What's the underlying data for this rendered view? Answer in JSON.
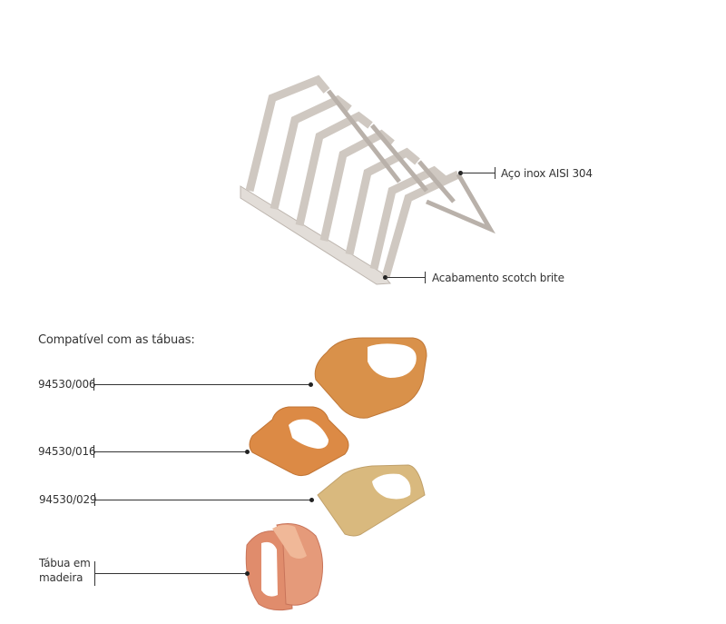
{
  "rack": {
    "callouts": [
      {
        "label": "Aço inox AISI 304"
      },
      {
        "label": "Acabamento scotch brite"
      }
    ]
  },
  "compat": {
    "heading": "Compatível com as tábuas:",
    "boards": [
      {
        "code": "94530/006",
        "color": "#d9914a"
      },
      {
        "code": "94530/016",
        "color": "#dc8a45"
      },
      {
        "code": "94530/029",
        "color": "#d9b97e"
      },
      {
        "code_line1": "Tábua em",
        "code_line2": "madeira",
        "color": "#e08c6c"
      }
    ]
  }
}
